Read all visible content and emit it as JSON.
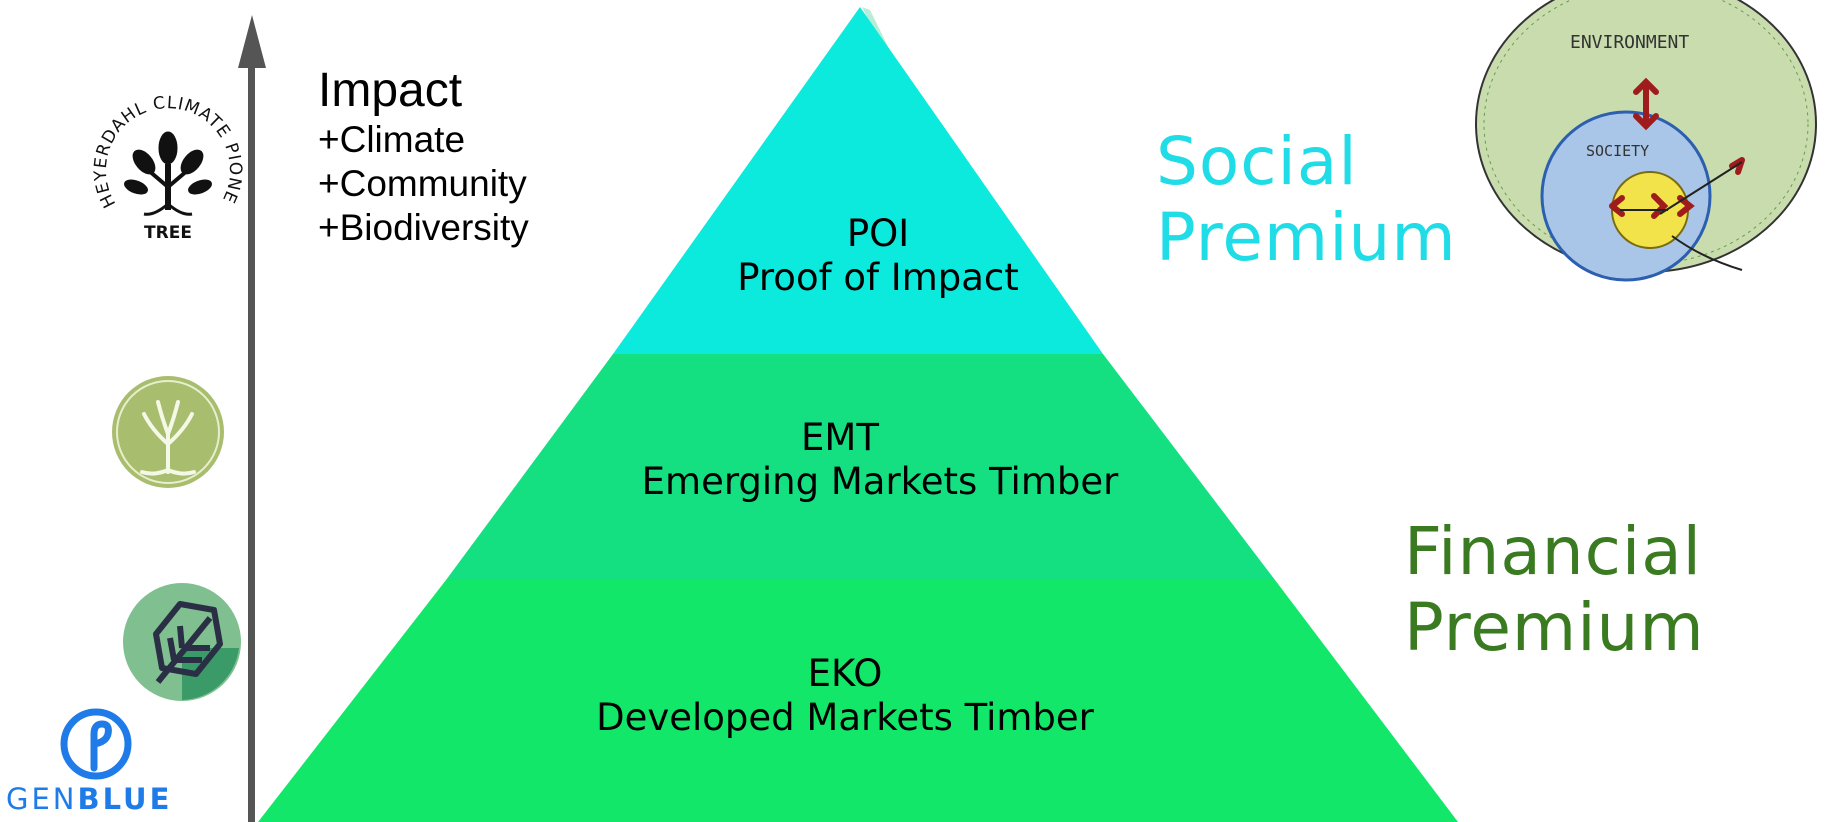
{
  "impact": {
    "title": "Impact",
    "items": [
      "+Climate",
      "+Community",
      "+Biodiversity"
    ]
  },
  "pyramid": {
    "tiers": [
      {
        "code": "POI",
        "name": "Proof of Impact",
        "color": "#0beadc"
      },
      {
        "code": "EMT",
        "name": "Emerging Markets Timber",
        "color": "#14e082"
      },
      {
        "code": "EKO",
        "name": "Developed Markets Timber",
        "color": "#12e76a"
      }
    ]
  },
  "premiums": {
    "social": {
      "lines": [
        "Social",
        "Premium"
      ],
      "color": "#20dce6"
    },
    "financial": {
      "lines": [
        "Financial",
        "Premium"
      ],
      "color": "#3a7a20"
    }
  },
  "logos": {
    "heyerdahl": {
      "ring_text": "HEYERDAHL CLIMATE PIONEERS",
      "bottom_text": "TREE"
    },
    "genblue": {
      "light": "GEN",
      "bold": "BLUE",
      "color": "#1f7be8"
    }
  },
  "sketch": {
    "outer_label": "ENVIRONMENT",
    "inner_label": "SOCIETY"
  }
}
